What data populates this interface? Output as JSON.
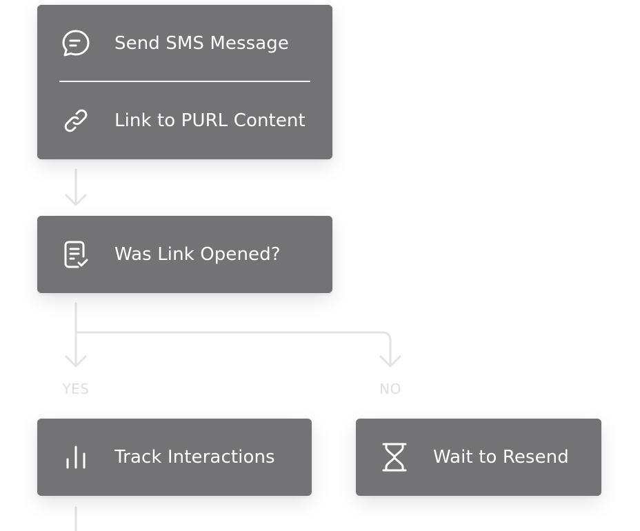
{
  "nodes": {
    "send_sms": {
      "label": "Send SMS Message",
      "icon": "chat-bubble-icon"
    },
    "link_purl": {
      "label": "Link to PURL Content",
      "icon": "link-icon"
    },
    "was_opened": {
      "label": "Was Link Opened?",
      "icon": "checklist-icon"
    },
    "track": {
      "label": "Track Interactions",
      "icon": "bar-chart-icon"
    },
    "wait": {
      "label": "Wait to Resend",
      "icon": "hourglass-icon"
    }
  },
  "branches": {
    "yes": "YES",
    "no": "NO"
  },
  "colors": {
    "node_bg": "#737375",
    "connector": "#e3e3e3",
    "branch_text": "#dedede"
  }
}
